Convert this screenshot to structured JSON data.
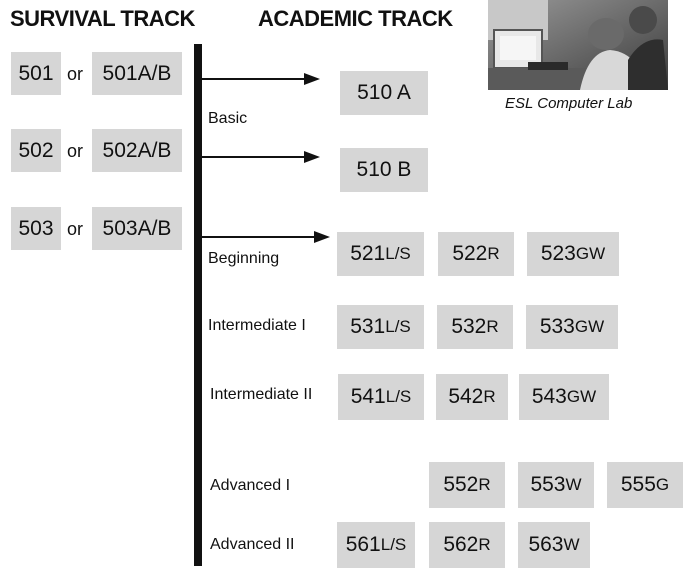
{
  "headers": {
    "survival": "SURVIVAL TRACK",
    "academic": "ACADEMIC TRACK"
  },
  "survival": [
    {
      "a": "501",
      "or": "or",
      "b": "501A/B"
    },
    {
      "a": "502",
      "or": "or",
      "b": "502A/B"
    },
    {
      "a": "503",
      "or": "or",
      "b": "503A/B"
    }
  ],
  "photo": {
    "caption": "ESL Computer Lab"
  },
  "levels": {
    "basic": "Basic",
    "beginning": "Beginning",
    "intermediate1": "Intermediate I",
    "intermediate2": "Intermediate II",
    "advanced1": "Advanced I",
    "advanced2": "Advanced II"
  },
  "courses": {
    "c510a": "510 A",
    "c510b": "510 B",
    "beginning": [
      {
        "num": "521",
        "sfx": "L/S"
      },
      {
        "num": "522",
        "sfx": "R"
      },
      {
        "num": "523",
        "sfx": "GW"
      }
    ],
    "intermediate1": [
      {
        "num": "531",
        "sfx": "L/S"
      },
      {
        "num": "532",
        "sfx": "R"
      },
      {
        "num": "533",
        "sfx": "GW"
      }
    ],
    "intermediate2": [
      {
        "num": "541",
        "sfx": "L/S"
      },
      {
        "num": "542",
        "sfx": "R"
      },
      {
        "num": "543",
        "sfx": "GW"
      }
    ],
    "advanced1": [
      {
        "num": "552",
        "sfx": "R"
      },
      {
        "num": "553",
        "sfx": "W"
      },
      {
        "num": "555",
        "sfx": "G"
      }
    ],
    "advanced2": [
      {
        "num": "561",
        "sfx": "L/S"
      },
      {
        "num": "562",
        "sfx": "R"
      },
      {
        "num": "563",
        "sfx": "W"
      }
    ]
  },
  "colors": {
    "box": "#d6d6d6",
    "line": "#111111"
  }
}
